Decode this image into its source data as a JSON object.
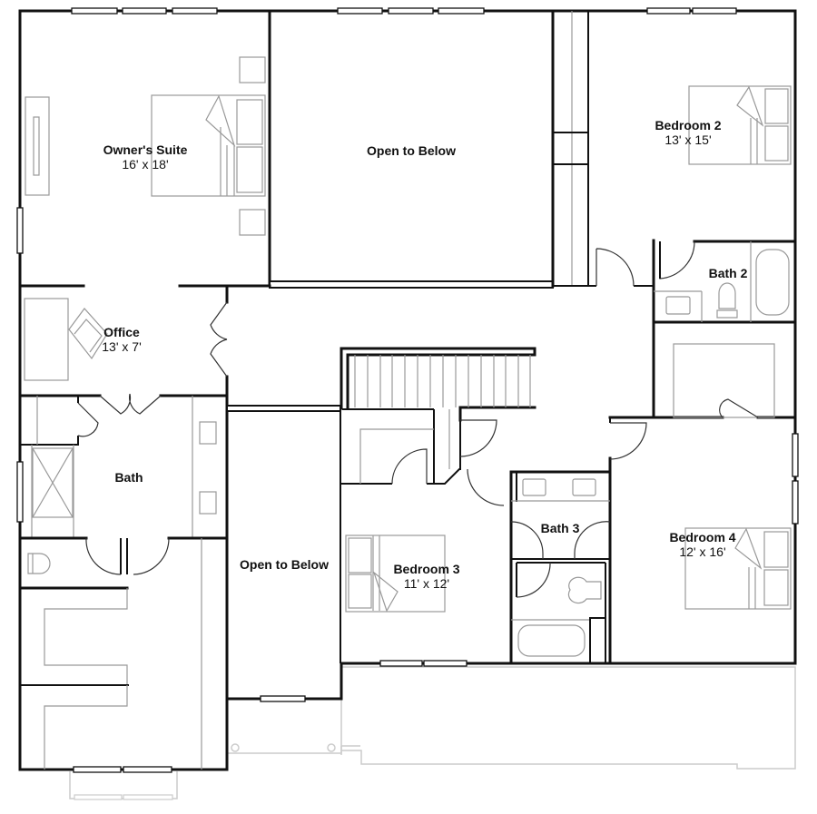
{
  "plan": {
    "type": "upper-floor-plan",
    "rooms": [
      {
        "id": "owners-suite",
        "name": "Owner's Suite",
        "dims": "16' x 18'"
      },
      {
        "id": "open-to-below-1",
        "name": "Open to Below",
        "dims": ""
      },
      {
        "id": "bedroom-2",
        "name": "Bedroom 2",
        "dims": "13' x 15'"
      },
      {
        "id": "bath-2",
        "name": "Bath 2",
        "dims": ""
      },
      {
        "id": "office",
        "name": "Office",
        "dims": "13' x 7'"
      },
      {
        "id": "bath",
        "name": "Bath",
        "dims": ""
      },
      {
        "id": "open-to-below-2",
        "name": "Open to Below",
        "dims": ""
      },
      {
        "id": "bedroom-3",
        "name": "Bedroom 3",
        "dims": "11' x 12'"
      },
      {
        "id": "bath-3",
        "name": "Bath 3",
        "dims": ""
      },
      {
        "id": "bedroom-4",
        "name": "Bedroom 4",
        "dims": "12' x 16'"
      }
    ],
    "colors": {
      "wall": "#111111",
      "fixture": "#999999",
      "below_outline": "#cccccc",
      "background": "#ffffff"
    }
  }
}
